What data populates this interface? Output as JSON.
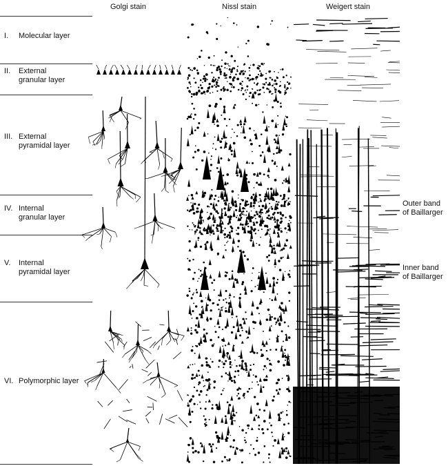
{
  "headers": {
    "golgi": "Golgi stain",
    "nissl": "Nissl stain",
    "weigert": "Weigert stain"
  },
  "layers": [
    {
      "numeral": "I.",
      "name_line1": "Molecular layer",
      "name_line2": ""
    },
    {
      "numeral": "II.",
      "name_line1": "External",
      "name_line2": "granular layer"
    },
    {
      "numeral": "III.",
      "name_line1": "External",
      "name_line2": "pyramidal layer"
    },
    {
      "numeral": "IV.",
      "name_line1": "Internal",
      "name_line2": "granular layer"
    },
    {
      "numeral": "V.",
      "name_line1": "Internal",
      "name_line2": "pyramidal layer"
    },
    {
      "numeral": "VI.",
      "name_line1": "Polymorphic layer",
      "name_line2": ""
    }
  ],
  "bands": {
    "outer_line1": "Outer band",
    "outer_line2": "of Baillarger",
    "inner_line1": "Inner band",
    "inner_line2": "of Baillarger"
  }
}
